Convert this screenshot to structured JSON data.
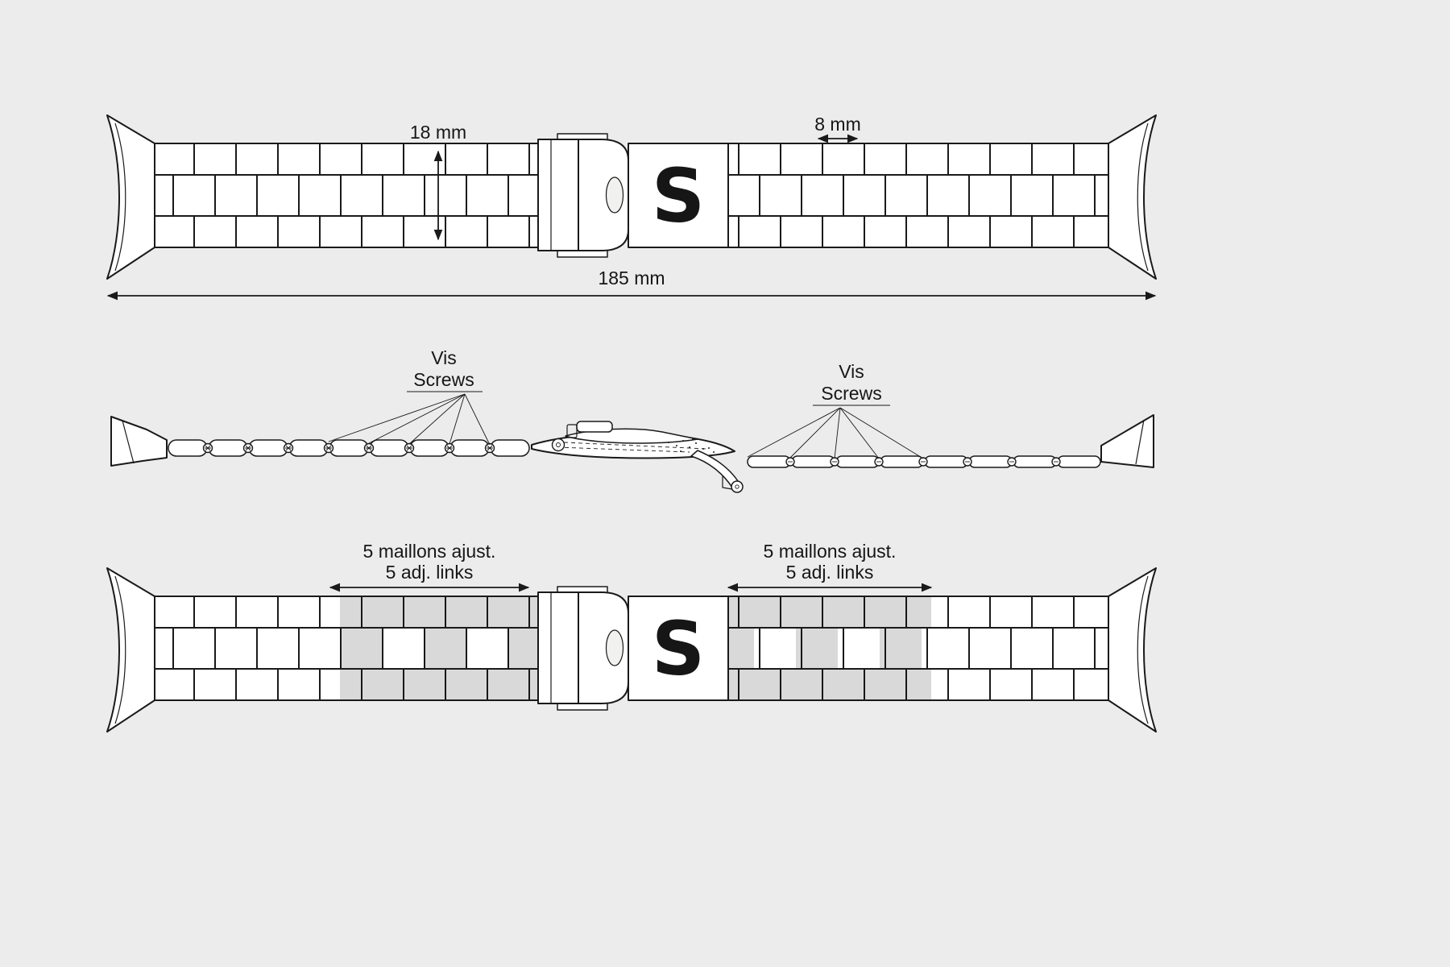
{
  "palette": {
    "background": "#ebeceb",
    "ink": "#1a1a1a",
    "shade": "#d4d4d4",
    "link_fill": "#ffffff"
  },
  "top_view": {
    "band_width_label": "18 mm",
    "link_pitch_label": "8 mm",
    "total_length_label": "185 mm"
  },
  "clasp": {
    "logo": "S"
  },
  "side_view": {
    "left_screws_label_fr": "Vis",
    "left_screws_label_en": "Screws",
    "right_screws_label_fr": "Vis",
    "right_screws_label_en": "Screws"
  },
  "adjustment_view": {
    "left_label_fr": "5 maillons ajust.",
    "left_label_en": "5 adj. links",
    "right_label_fr": "5 maillons ajust.",
    "right_label_en": "5 adj. links"
  }
}
